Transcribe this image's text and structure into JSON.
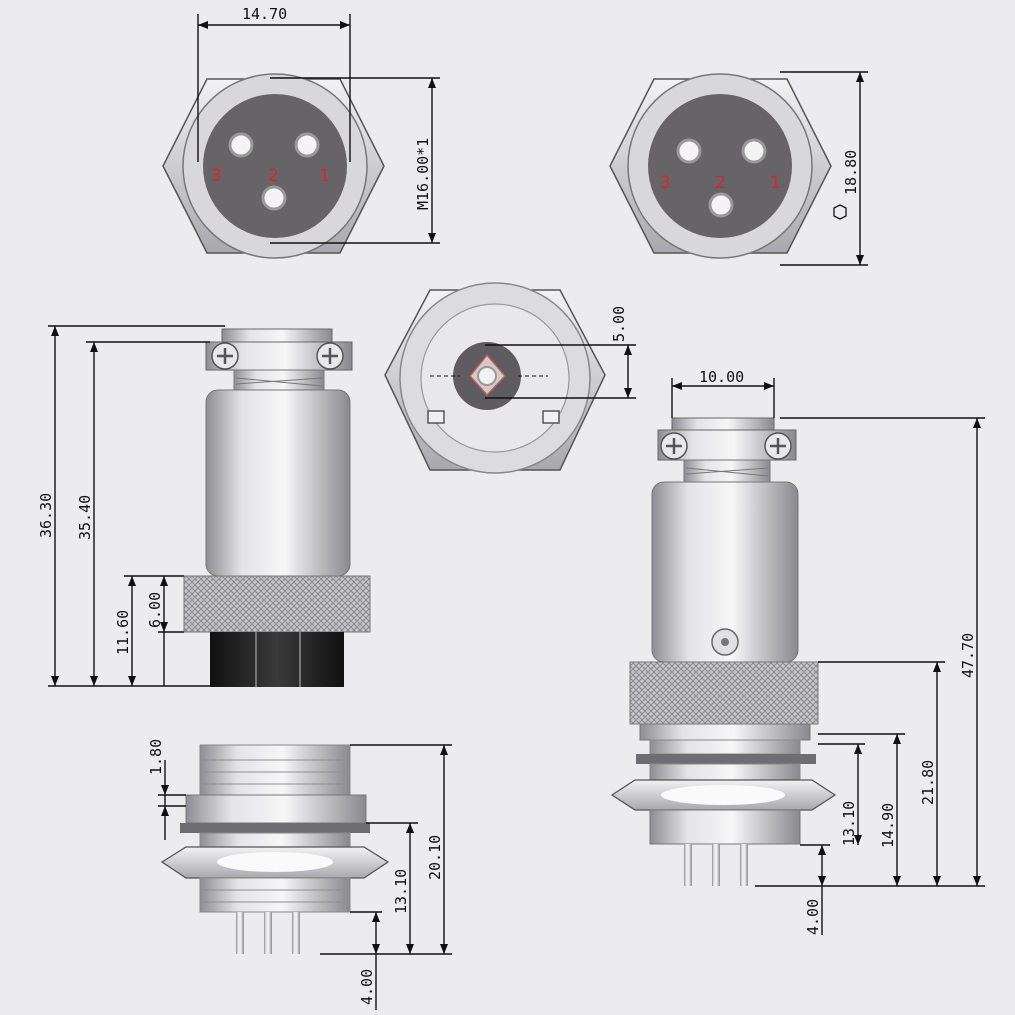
{
  "dimensions": {
    "top_left_width": "14.70",
    "thread": "M16.00*1",
    "hex_across": "18.80",
    "pin_offset": "5.00",
    "right_body_width": "10.00",
    "left_total_height": "36.30",
    "left_body_height": "35.40",
    "left_knurl_to_end": "11.60",
    "left_knurl_height": "6.00",
    "right_total_height": "47.70",
    "right_knurl_to_end": "21.80",
    "right_flange_to_end": "14.90",
    "right_socket_height": "13.10",
    "right_pin_length": "4.00",
    "socket_flange": "1.80",
    "socket_total": "20.10",
    "socket_body": "13.10",
    "socket_pin_length": "4.00"
  },
  "pin_labels": [
    "3",
    "2",
    "1"
  ],
  "colors": {
    "background": "#ececee",
    "metal": "#c9c9cc",
    "face": "#666466",
    "pin_label": "#d9262a"
  }
}
